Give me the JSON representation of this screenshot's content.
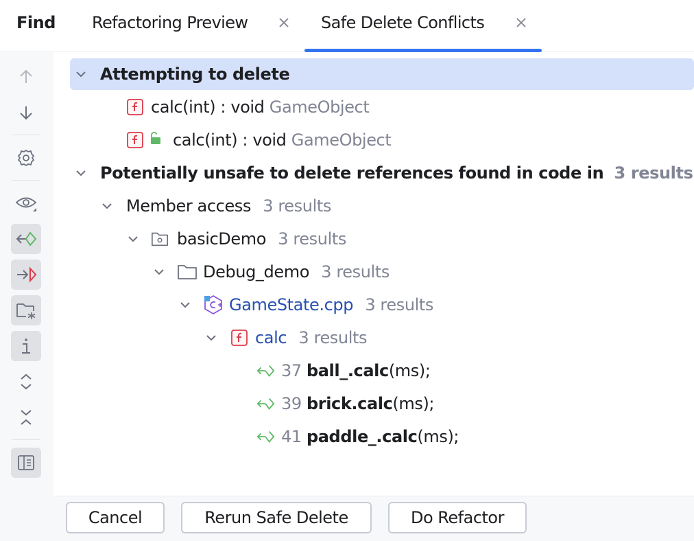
{
  "tabs": {
    "title": "Find",
    "items": [
      {
        "label": "Refactoring Preview",
        "active": false
      },
      {
        "label": "Safe Delete Conflicts",
        "active": true
      }
    ]
  },
  "toolbar": {
    "icons": [
      "arrow-up-icon",
      "arrow-down-icon",
      "gear-icon",
      "eye-icon",
      "read-access-icon",
      "write-access-icon",
      "folder-settings-icon",
      "info-icon",
      "expand-all-icon",
      "collapse-all-icon",
      "preview-panel-icon"
    ]
  },
  "tree": {
    "attempting": {
      "label": "Attempting to delete"
    },
    "items": [
      {
        "sig": "calc(int) : void",
        "owner": "GameObject"
      },
      {
        "sig": "calc(int) : void",
        "owner": "GameObject"
      }
    ],
    "unsafe": {
      "label": "Potentially unsafe to delete references found in code in",
      "count": "3 results"
    },
    "member": {
      "label": "Member access",
      "count": "3 results"
    },
    "project": {
      "label": "basicDemo",
      "count": "3 results"
    },
    "folder": {
      "label": "Debug_demo",
      "count": "3 results"
    },
    "file": {
      "label": "GameState.cpp",
      "count": "3 results"
    },
    "func": {
      "label": "calc",
      "count": "3 results"
    },
    "usages": [
      {
        "line": "37",
        "bold": "ball_.calc",
        "rest": "(ms);"
      },
      {
        "line": "39",
        "bold": "brick.calc",
        "rest": "(ms);"
      },
      {
        "line": "41",
        "bold": "paddle_.calc",
        "rest": "(ms);"
      }
    ]
  },
  "buttons": {
    "cancel": "Cancel",
    "rerun": "Rerun Safe Delete",
    "refactor": "Do Refactor"
  },
  "colors": {
    "accent": "#3574f0",
    "selection": "#d5e1fb",
    "function_icon": "#db3b4b",
    "usage_arrow": "#5fb865",
    "count_gray": "#818594",
    "link_blue": "#2750b0"
  }
}
